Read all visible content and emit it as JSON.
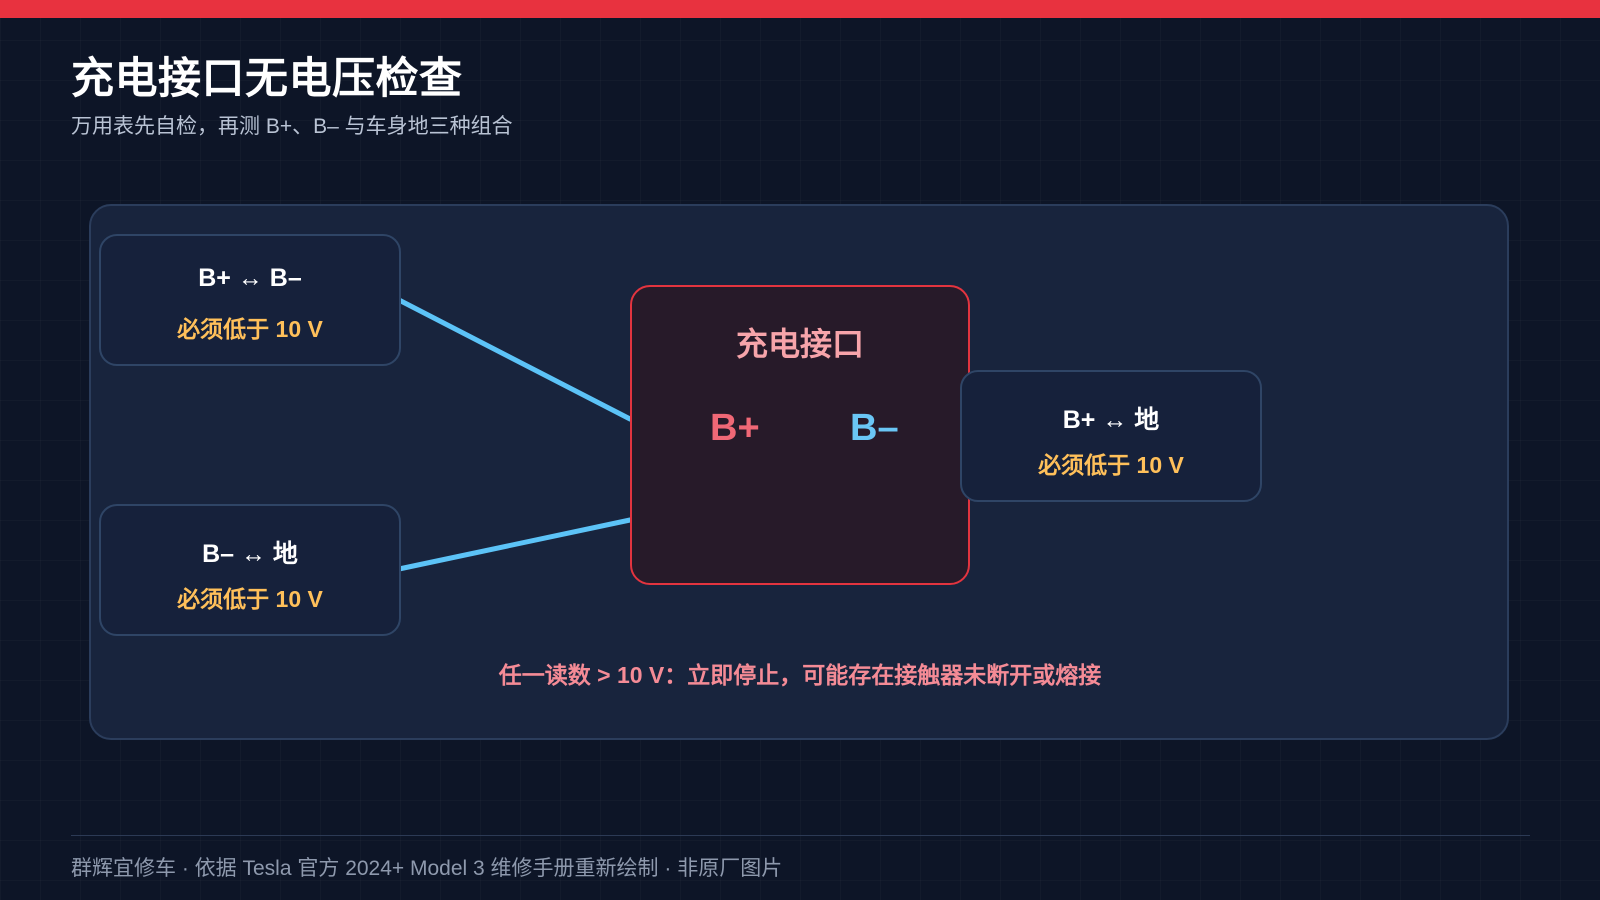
{
  "header": {
    "title": "充电接口无电压检查",
    "subtitle": "万用表先自检，再测 B+、B– 与车身地三种组合"
  },
  "diagram": {
    "port": {
      "title": "充电接口",
      "pin_positive": "B+",
      "pin_negative": "B–"
    },
    "checks": [
      {
        "title": "B+ ↔ B–",
        "requirement": "必须低于 10 V"
      },
      {
        "title": "B– ↔ 地",
        "requirement": "必须低于 10 V"
      },
      {
        "title": "B+ ↔ 地",
        "requirement": "必须低于 10 V"
      }
    ],
    "warning": "任一读数 > 10 V：立即停止，可能存在接触器未断开或熔接"
  },
  "footer": {
    "text": "群辉宜修车 · 依据 Tesla 官方 2024+ Model 3 维修手册重新绘制 · 非原厂图片"
  },
  "colors": {
    "accent_red": "#e8323f",
    "line_blue": "#5cc3f7",
    "line_red": "#f06876",
    "requirement_amber": "#ffc05a",
    "background": "#0d1527"
  }
}
